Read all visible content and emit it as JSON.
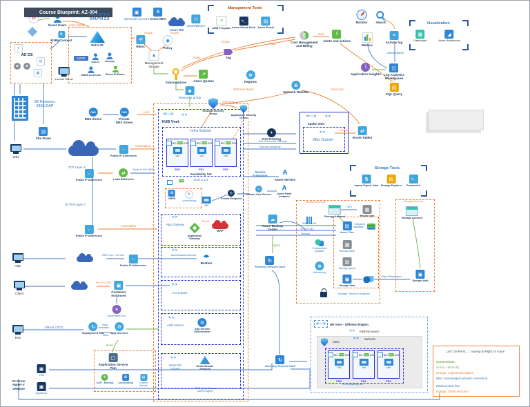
{
  "title": "Course Blueprint: AZ-304",
  "identity": {
    "guest_users": "Guest Users",
    "oauth": "443 HTTP/2\nOAUTH 2.0",
    "invite": "Invite (B2B)",
    "m365_connect": "M365 Connect",
    "microsoft_account": "Microsoft account",
    "azure_mfa": "Azure MFA",
    "azure_rm": "Azure RM"
  },
  "entra": {
    "entra_id": "Entra ID",
    "sspr": "SSPR",
    "users": "Users",
    "groups": "Groups",
    "m365_licenses": "M365 Licenses",
    "entra_roles": "Entra ID Roles"
  },
  "adds": {
    "title": "AD DS",
    "license_server": "License Server",
    "kerberos": "88 Kerberos\n389 LDAP"
  },
  "mgmt": {
    "section": "Management Tools",
    "json_bicep": "JSON/BICEP",
    "arm_template": "ARM Template",
    "cloud_shell": "Azure Cloud Shell",
    "portal": "Azure Portal",
    "rbac": "RBAC",
    "policy": "Policy",
    "mgmt_groups": "Management\nGroups",
    "subscriptions": "Subscriptions",
    "quotas": "Azure Quotas",
    "resource_group": "Resource group",
    "tag": "Tag",
    "regions": "Regions",
    "cost": "Cost Management\nand Billing",
    "alerts": "Alerts and actions",
    "scope": "Scope",
    "apply": "Apply",
    "filter": "Filter",
    "alert": "Alert"
  },
  "monitoring": {
    "monitor": "Monitor",
    "search": "Search",
    "metrics": "Metrics",
    "activity_log": "Activity log",
    "subscription": "Subscription",
    "visualization": "Visualization",
    "dashboard": "Dashboard",
    "workbooks": "Azure Workbooks",
    "app_insights": "Application Insights",
    "log_analytics": "Log Analytics\nWorkspaces",
    "kql": "KQL Query"
  },
  "dns": {
    "zones": "DNS Zones",
    "private": "Private\nDNS Zones",
    "link": "Link"
  },
  "left": {
    "file_share": "File Share",
    "whs": "Whs",
    "adm": "Adm",
    "client": "Client",
    "dev": "Dev",
    "public_ip": "Public IP Addresses",
    "load_balancers": "Load Balancers",
    "tcp4": "TCP Layer 4",
    "https7": "HTTPS Layer 7",
    "rdp": "RDP over TLS 443",
    "association": "Association",
    "rules_be": "Rules to B.E (NIC)",
    "pub_ip_dns": "Pub IP / DNS",
    "github": "GitHub CI/CD"
  },
  "hub": {
    "title": "HUB Vnet",
    "infra": "Infra Subnet",
    "fd": [
      "FD0",
      "FD1",
      "FD2"
    ],
    "nic": "NIC",
    "dsk": "DSK",
    "vm": "VM",
    "availability": "Availability Set",
    "zone": "Zone 1,2,3",
    "vmss": "VMSS",
    "autoscaling": "Autoscaling",
    "app_gateway": "App Gateway",
    "application_gateway": "Application\nGateway",
    "secure": "Secure",
    "waf": "WAF",
    "bastion_subnet": "AzureBastionSubnet",
    "bastion": "Bastion",
    "aci_subnet": "ACI Subnet",
    "ase_subnet": "ASE Subnet",
    "ase": "App Service\nEnvironment",
    "entra_ds_subnet": "Entra DS\nSubnet",
    "entra_ds": "Entra Domain\nServices"
  },
  "network": {
    "nsg": "Network Security\nGroup",
    "asg": "Application Security\nGroup",
    "effective_rules": "Effective Rules",
    "reference": "Reference",
    "watcher": "Network Watcher",
    "next_hop": "Next hop",
    "private_endpoint": "Private Endpoint",
    "service_endpoints": "Service\nEndpoints",
    "azure_service": "Azure Service",
    "private_link": "Private Link Service",
    "azure_paas": "Azure PaaS\nInstance",
    "vnet_peering": "Vnet Peering",
    "remote_gw": "Use of a remote Gateway",
    "gw_transit": "Gateway transitivity",
    "routes": "Routes"
  },
  "spoke": {
    "title": "Spoke VNet",
    "wks": "Wks Subnet",
    "route_tables": "Route Tables"
  },
  "storage": {
    "section": "Storage Tools",
    "import_export": "Import Export Jobs",
    "explorer": "Storage Explorer",
    "powershell": "Powershell",
    "account_box": "Storage Account",
    "account": "Storage Account",
    "region_pair": "Region pair",
    "grs": "GRS",
    "files": "Azure Files",
    "snapshot": "Snapshot",
    "table": "Storage table",
    "queue": "Storage queue",
    "blob": "Storage blob",
    "transactions": "Transactions\nUpdates",
    "networking": "Networking",
    "sse": "Storage Service Encryption",
    "smb": "SMB 3.0  445",
    "https": "HTTPS 443",
    "backup": "Backup",
    "object_replication": "Object Replication"
  },
  "backupsvc": {
    "center": "Azure Backup\nCenter",
    "agent": "Agent",
    "vault": "Recovery Services Vault"
  },
  "bottom": {
    "container": "Container\nInstances",
    "k8s": "Kubernetes Svc",
    "deployment_slot": "Deployment Slot",
    "app_services": "App Services",
    "swap": "Swap",
    "slots": "Slots",
    "runs": "Runs",
    "asp": "Application Service\nPlan",
    "asp_backup": "ASP - Backup",
    "autoscaling": "Autoscaling",
    "custom_domain": "Custom\ndomain",
    "onprem": "On Prem\nHyper-V\nVMWare",
    "vms": "VMs",
    "appliance": "Appliance",
    "mars": "VM/Backup Server\nMARS Agent"
  },
  "dr": {
    "title": "DR Vnet – Different Region",
    "address_space": "Address space",
    "subnets": "Subnets",
    "nsg": "NSG",
    "availability": "VM Availability set"
  },
  "legend": {
    "line1": "Left: On-Prem, → moving to Right: In Azure",
    "connections": "Connections:",
    "green": "Green: Hierarchy",
    "orange": "Orange: Logical association",
    "blue": "Blue: Unmanaged network connection.",
    "dashed": "Dashed outer line",
    "same": "Orange: Same resource"
  }
}
